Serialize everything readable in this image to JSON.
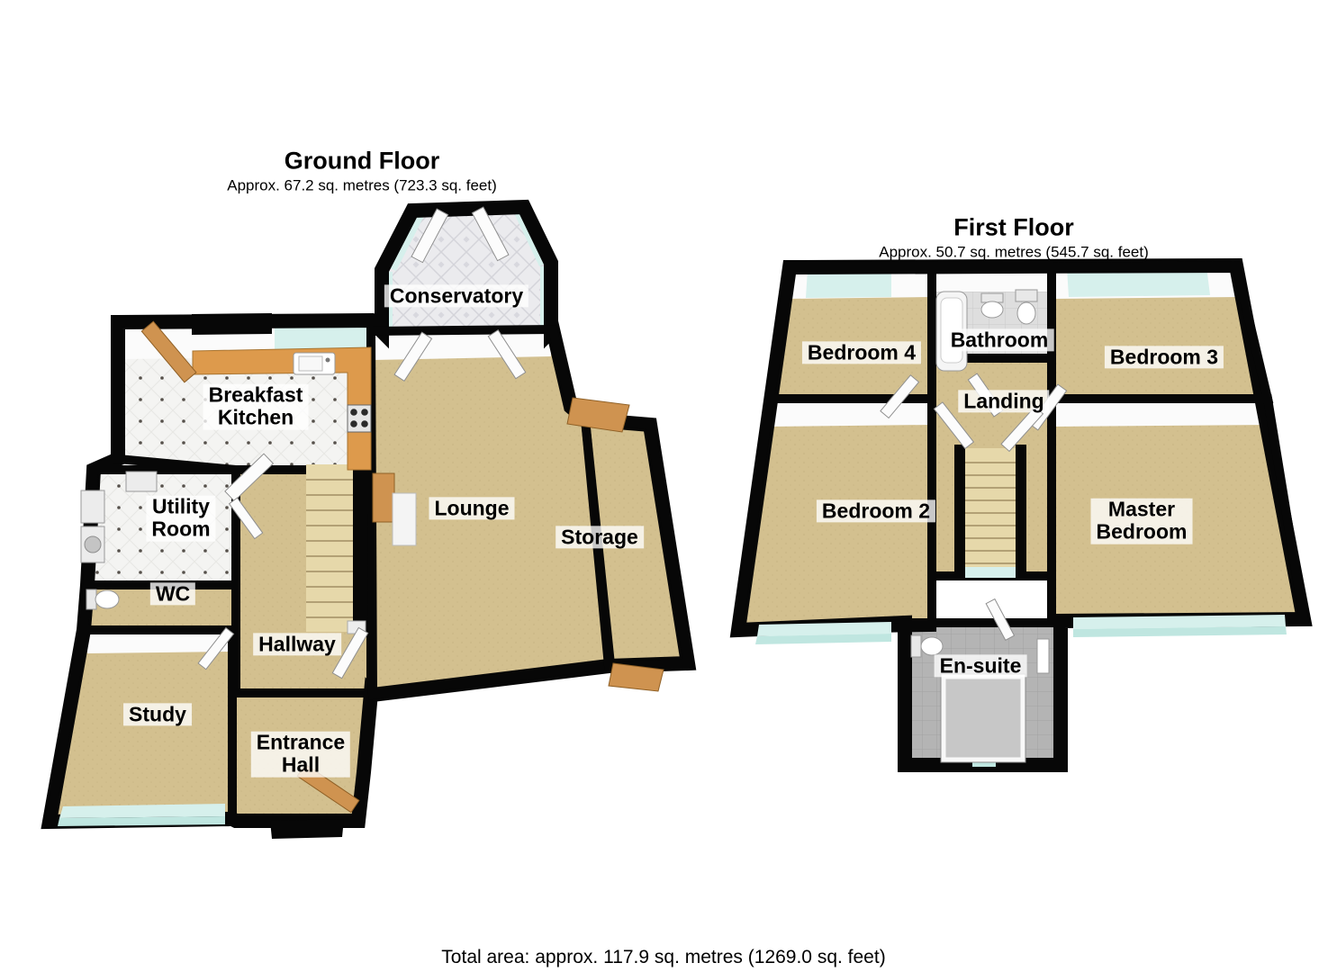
{
  "colors": {
    "wall": "#070707",
    "carpet": "#d3c08f",
    "window": "#d6f0ec",
    "sill": "#bfe6e0",
    "wood": "#cf9350",
    "counter": "#dd9a4c",
    "label_bg": "rgba(255,255,255,0.78)"
  },
  "ground_floor": {
    "title": "Ground Floor",
    "area": "Approx. 67.2 sq. metres (723.3 sq. feet)",
    "rooms": {
      "conservatory": {
        "label": "Conservatory"
      },
      "breakfast_kitchen": {
        "label_line1": "Breakfast",
        "label_line2": "Kitchen"
      },
      "utility_room": {
        "label_line1": "Utility",
        "label_line2": "Room"
      },
      "wc": {
        "label": "WC"
      },
      "study": {
        "label": "Study"
      },
      "hallway": {
        "label": "Hallway"
      },
      "entrance_hall": {
        "label_line1": "Entrance",
        "label_line2": "Hall"
      },
      "lounge": {
        "label": "Lounge"
      },
      "storage": {
        "label": "Storage"
      }
    }
  },
  "first_floor": {
    "title": "First Floor",
    "area": "Approx. 50.7 sq. metres (545.7 sq. feet)",
    "rooms": {
      "bedroom_4": {
        "label": "Bedroom 4"
      },
      "bathroom": {
        "label": "Bathroom"
      },
      "bedroom_3": {
        "label": "Bedroom 3"
      },
      "landing": {
        "label": "Landing"
      },
      "bedroom_2": {
        "label": "Bedroom 2"
      },
      "master_bedroom": {
        "label_line1": "Master",
        "label_line2": "Bedroom"
      },
      "en_suite": {
        "label": "En-suite"
      }
    }
  },
  "footer": {
    "total_area": "Total area: approx. 117.9 sq. metres (1269.0 sq. feet)"
  }
}
